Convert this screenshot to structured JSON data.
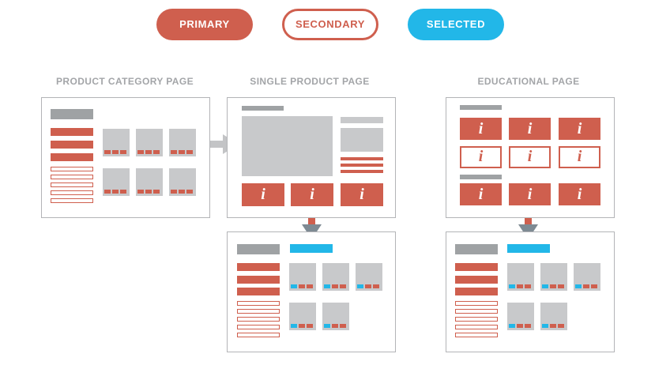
{
  "legend": {
    "primary": {
      "label": "PRIMARY",
      "color": "#cf5f4e"
    },
    "secondary": {
      "label": "SECONDARY",
      "color": "#cf5f4e"
    },
    "selected": {
      "label": "SELECTED",
      "color": "#22b7e8"
    }
  },
  "sections": {
    "category": {
      "title": "PRODUCT CATEGORY PAGE"
    },
    "product": {
      "title": "SINGLE PRODUCT PAGE"
    },
    "educational": {
      "title": "EDUCATIONAL PAGE"
    }
  },
  "info_glyph": "i",
  "colors": {
    "primary": "#cf5f4e",
    "selected": "#22b7e8",
    "placeholder": "#c8c9cb",
    "heading_bar": "#9fa2a4",
    "frame": "#b3b4b7",
    "connector_gray": "#c3c4c6",
    "connector_red": "#cf5f4e",
    "arrowhead": "#7e8a93"
  }
}
